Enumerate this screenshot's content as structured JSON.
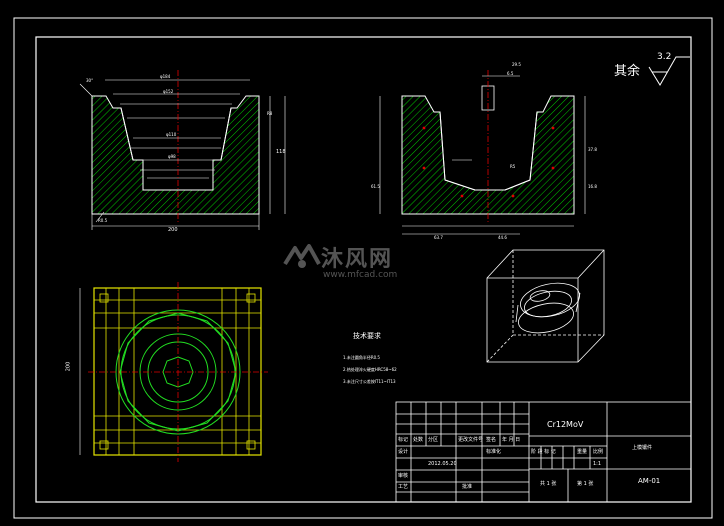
{
  "surface_finish": {
    "label": "其余",
    "value": "3.2"
  },
  "material": "Cr12MoV",
  "drawing_name": "上模镶件",
  "drawing_number": "AM-01",
  "scale_value": "1:1",
  "total_sheets": "共 1 张",
  "sheet_number": "第 1 张",
  "date_value": "2012.05.20",
  "title_block": {
    "标记": "标记",
    "处数": "处数",
    "分区": "分区",
    "更改文件号": "更改文件号",
    "签名": "签名",
    "年月日": "年 月 日",
    "设计": "设计",
    "标准化": "标准化",
    "阶段标记": "阶 段 标 记",
    "重量": "重量",
    "比例": "比例",
    "审核": "审核",
    "工艺": "工艺",
    "批准": "批准"
  },
  "tech_requirements": {
    "title": "技术要求",
    "items": [
      "1.未注圆角半径R0.5",
      "2.热处理淬火硬度HRC58~62",
      "3.未注尺寸公差按IT11~IT13"
    ]
  },
  "dims": {
    "overall_width": "200",
    "overall_height": "200",
    "right_height": "118",
    "top_chamfer": "R0.5",
    "section_right": "61.5",
    "section_bottom_1": "63.7",
    "section_bottom_2": "44.6",
    "angle": "30°",
    "small": "R8",
    "dim_a": "φ184",
    "dim_b": "φ152",
    "dim_c": "φ110",
    "dim_d": "φ98",
    "dim_e": "29.5",
    "dim_f": "6.5",
    "dim_g": "37.8",
    "dim_h": "16.8",
    "dim_i": "R5"
  },
  "watermark": {
    "brand": "沐风网",
    "url": "www.mfcad.com"
  },
  "colors": {
    "background": "#000000",
    "outline": "#ffffff",
    "hatch": "#00c800",
    "geometry_green": "#22dd22",
    "construction_yellow": "#e6e600",
    "centerline_red": "#e00000",
    "dim_white": "#ffffff"
  }
}
